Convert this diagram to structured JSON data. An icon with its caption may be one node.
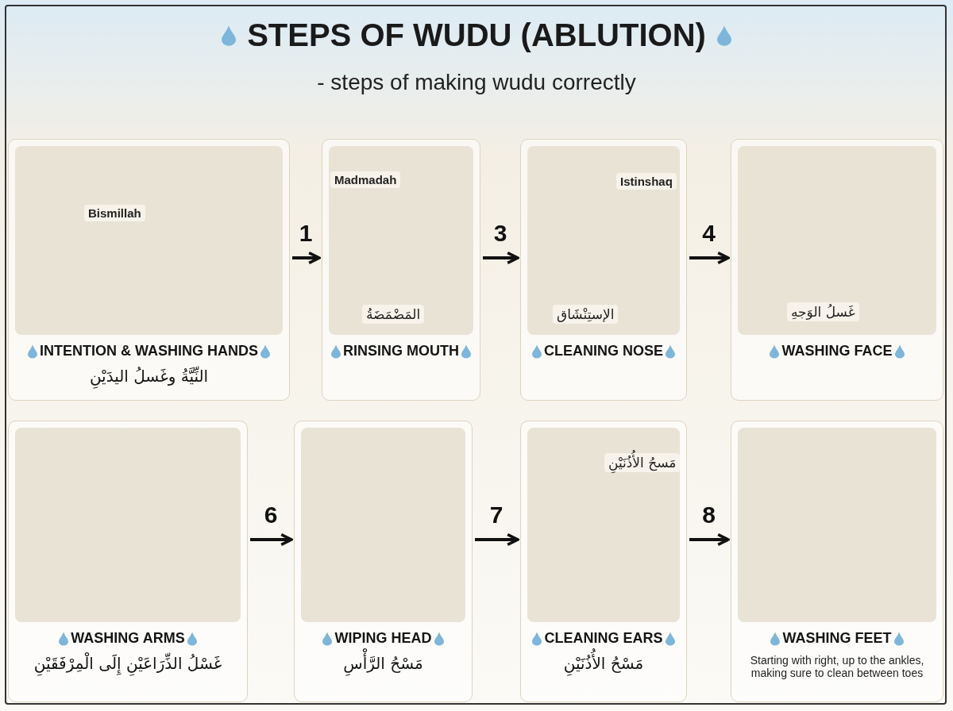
{
  "diagram": {
    "title": "STEPS OF WUDU (ABLUTION)",
    "nodes": [
      {
        "text": [
          "Bismillah",
          "INTENTION & WASHING HANDS",
          "النِّيَّةُ وغَسلُ اليدَيْنِ"
        ]
      },
      {
        "text": [
          "Madmadah",
          "المَضْمَضَةُ",
          "RINSING MOUTH"
        ]
      },
      {
        "text": [
          "Istinshaq",
          "الإستِنْشَاق",
          "CLEANING NOSE"
        ]
      },
      {
        "text": [
          "غَسلُ الوَجهِ",
          "WASHING FACE"
        ]
      },
      {
        "text": [
          "WASHING ARMS",
          "غَسْلُ الذِّرَاعَيْنِ إِلَى الْمِرْفَقَيْنِ"
        ]
      },
      {
        "text": [
          "WIPING HEAD",
          "مَسْحُ الرَّأْسِ"
        ]
      },
      {
        "text": [
          "مَسحُ الأُذُنَيْنِ",
          "CLEANING EARS",
          "مَسْحُ الأُذُنَيْنِ"
        ]
      },
      {
        "text": [
          "WASHING FEET",
          "Starting with right, up to the ankles, making sure to clean between toes"
        ]
      }
    ],
    "edges": [
      {
        "from": 0,
        "to": 1,
        "arrow": "to",
        "label": "1"
      },
      {
        "from": 1,
        "to": 2,
        "arrow": "to",
        "label": "3"
      },
      {
        "from": 2,
        "to": 3,
        "arrow": "to",
        "label": "4"
      },
      {
        "from": 4,
        "to": 5,
        "arrow": "to",
        "label": "6"
      },
      {
        "from": 5,
        "to": 6,
        "arrow": "to",
        "label": "7"
      },
      {
        "from": 6,
        "to": 7,
        "arrow": "to",
        "label": "8"
      }
    ],
    "labels": [
      "- steps of making wudu correctly"
    ]
  }
}
